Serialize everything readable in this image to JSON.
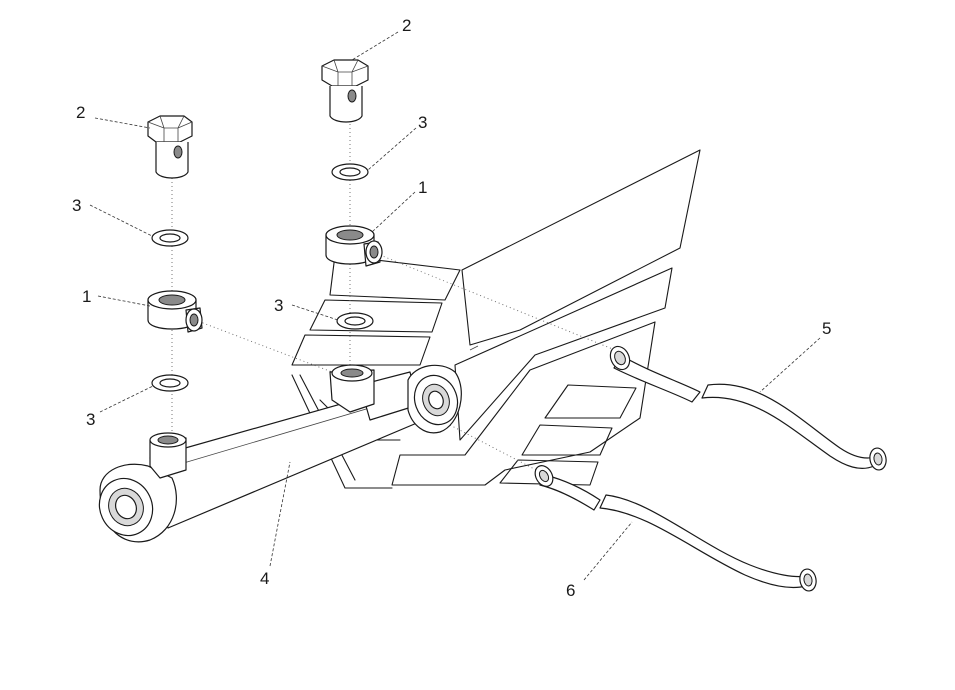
{
  "labels": {
    "bolt_left": "2",
    "bolt_right": "2",
    "washer_left_top": "3",
    "washer_right_top": "3",
    "washer_mid": "3",
    "washer_left_bottom": "3",
    "banjo_left": "1",
    "banjo_right": "1",
    "cylinder": "4",
    "hose_upper": "5",
    "hose_lower": "6"
  }
}
